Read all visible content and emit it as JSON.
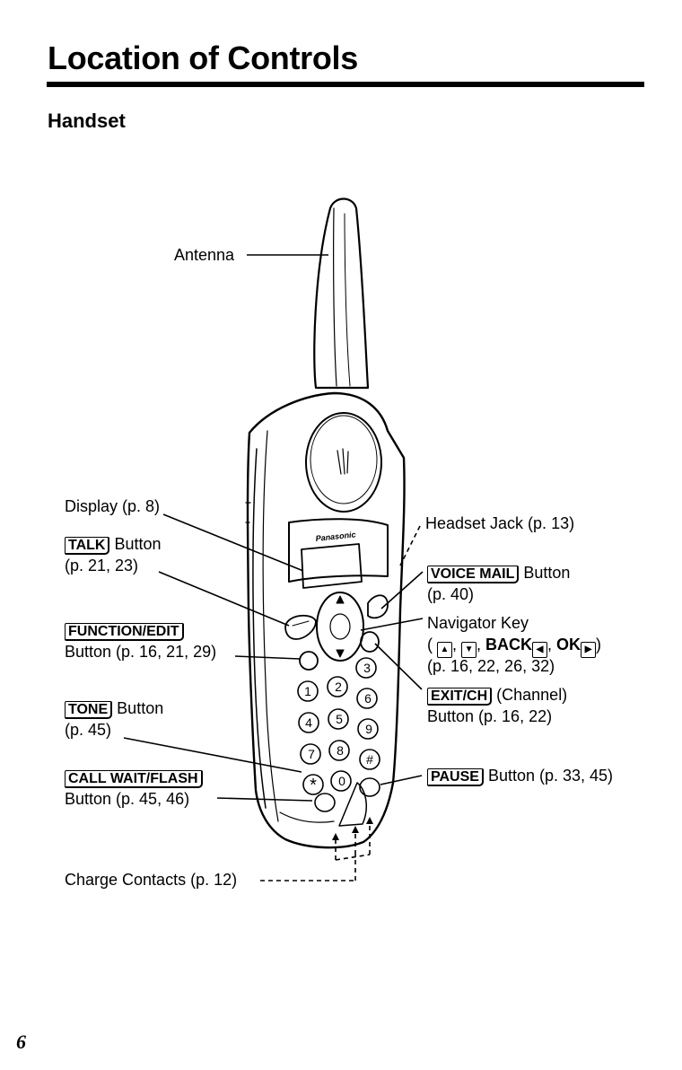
{
  "page": {
    "title": "Location of Controls",
    "subtitle": "Handset",
    "page_number": "6"
  },
  "phone": {
    "brand": "Panasonic"
  },
  "labels": {
    "antenna": "Antenna",
    "display": "Display (p. 8)",
    "talk_key": "TALK",
    "talk_text": "Button",
    "talk_pages": "(p. 21, 23)",
    "function_key": "FUNCTION/EDIT",
    "function_text": "Button (p. 16, 21, 29)",
    "tone_key": "TONE",
    "tone_text": "Button",
    "tone_pages": "(p. 45)",
    "callwait_key": "CALL WAIT/FLASH",
    "callwait_text": "Button (p. 45, 46)",
    "charge": "Charge Contacts (p. 12)",
    "headset": "Headset Jack (p. 13)",
    "voicemail_key": "VOICE MAIL",
    "voicemail_text": "Button",
    "voicemail_pages": "(p. 40)",
    "navigator": "Navigator Key",
    "nav_back": "BACK",
    "nav_ok": "OK",
    "nav_pages": "(p. 16, 22, 26, 32)",
    "exit_key": "EXIT/CH",
    "exit_text": "(Channel)",
    "exit_pages": "Button (p. 16, 22)",
    "pause_key": "PAUSE",
    "pause_text": "Button (p. 33, 45)"
  }
}
